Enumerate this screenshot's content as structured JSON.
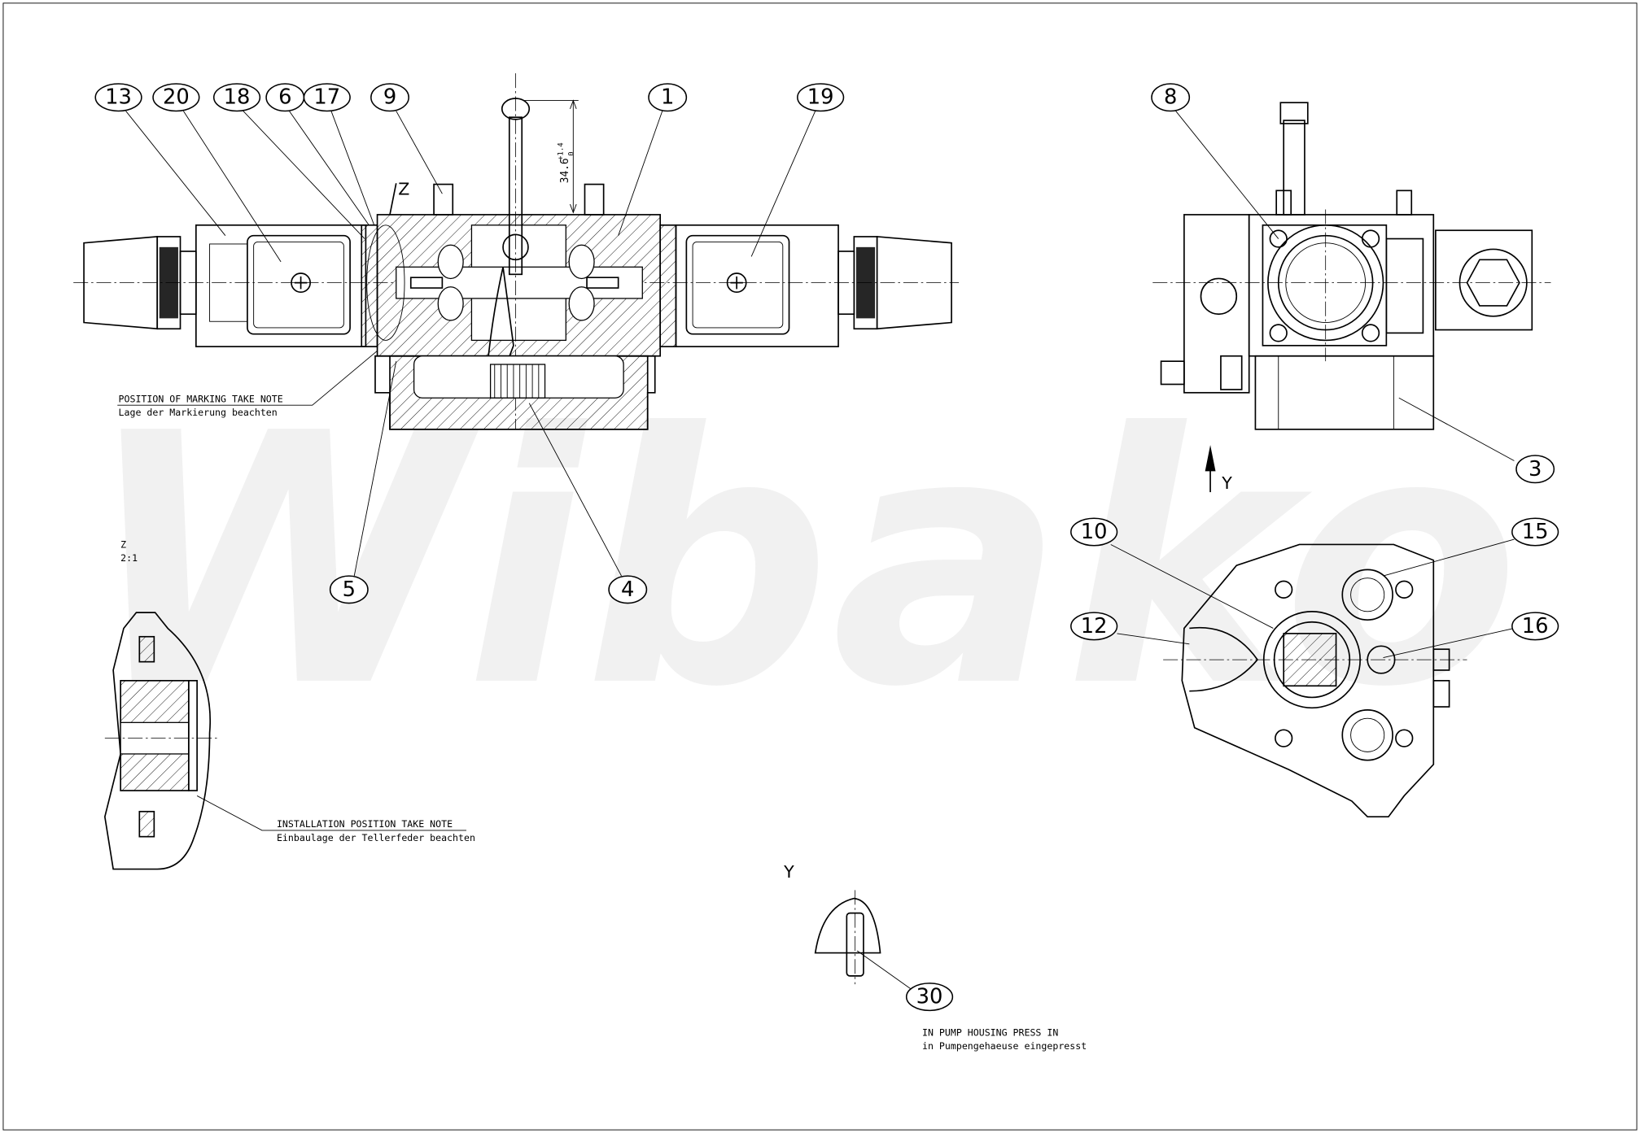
{
  "watermark": "Wibako",
  "balloons": {
    "b13": "13",
    "b20": "20",
    "b18": "18",
    "b6": "6",
    "b17": "17",
    "b9": "9",
    "b1": "1",
    "b19": "19",
    "b8": "8",
    "b3": "3",
    "b10": "10",
    "b15": "15",
    "b12": "12",
    "b16": "16",
    "b5": "5",
    "b4": "4",
    "b30": "30"
  },
  "dimension": {
    "value": "34.6",
    "upper_tol": "+1.4",
    "lower_tol": "0"
  },
  "views": {
    "z_marker": "Z",
    "y_arrow": "Y",
    "y_view": "Y",
    "detail_z_title": "Z",
    "detail_z_scale": "2:1"
  },
  "notes": {
    "marking_en": "POSITION OF MARKING TAKE NOTE",
    "marking_de": "Lage der Markierung beachten",
    "install_en": "INSTALLATION POSITION TAKE NOTE",
    "install_de": "Einbaulage der Tellerfeder beachten",
    "press_en": "IN PUMP HOUSING PRESS IN",
    "press_de": "in Pumpengehaeuse eingepresst"
  }
}
